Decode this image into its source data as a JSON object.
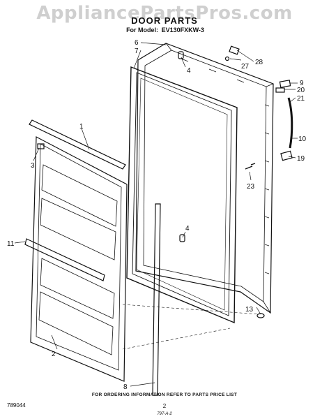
{
  "watermark": "AppliancePartsPros.com",
  "title": "DOOR PARTS",
  "subtitle_prefix": "For Model:",
  "model": "EV130FXKW-3",
  "callouts": [
    "1",
    "2",
    "3",
    "4",
    "4",
    "6",
    "7",
    "8",
    "9",
    "10",
    "11",
    "13",
    "19",
    "20",
    "21",
    "23",
    "27",
    "28"
  ],
  "footer": {
    "note": "FOR ORDERING INFORMATION REFER TO PARTS PRICE LIST",
    "left_code": "789044",
    "page": "2",
    "bottom_code": "797-A-2"
  }
}
